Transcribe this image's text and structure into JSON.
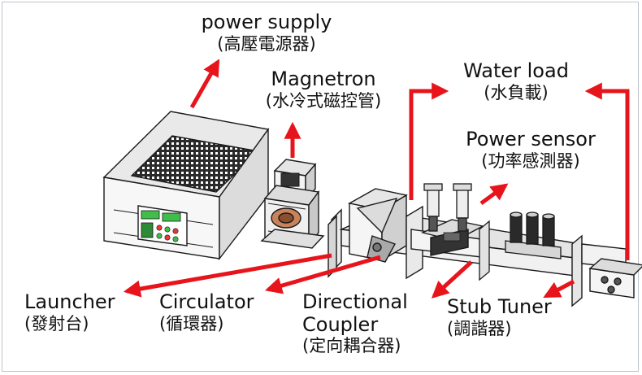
{
  "labels": {
    "power_supply": {
      "en": "power supply",
      "zh": "(高壓電源器)"
    },
    "magnetron": {
      "en": "Magnetron",
      "zh": "(水冷式磁控管)"
    },
    "water_load": {
      "en": "Water load",
      "zh": "(水負載)"
    },
    "power_sensor": {
      "en": "Power sensor",
      "zh": "(功率感測器)"
    },
    "launcher": {
      "en": "Launcher",
      "zh": "(發射台)"
    },
    "circulator": {
      "en": "Circulator",
      "zh": "(循環器)"
    },
    "directional_coupler": {
      "en1": "Directional",
      "en2": "Coupler",
      "zh": "(定向耦合器)"
    },
    "stub_tuner": {
      "en": "Stub Tuner",
      "zh": "(調諧器)"
    }
  },
  "colors": {
    "arrow": "#e8141b",
    "line": "#1a1a1a",
    "metal": "#d9d9d9",
    "panel_green": "#3fbf4a",
    "panel_red": "#e23b3b",
    "copper": "#c9835b"
  },
  "icons": [
    "power-supply-unit",
    "magnetron",
    "waveguide",
    "circulator",
    "directional-coupler",
    "power-sensor",
    "stub-tuner",
    "water-load"
  ]
}
